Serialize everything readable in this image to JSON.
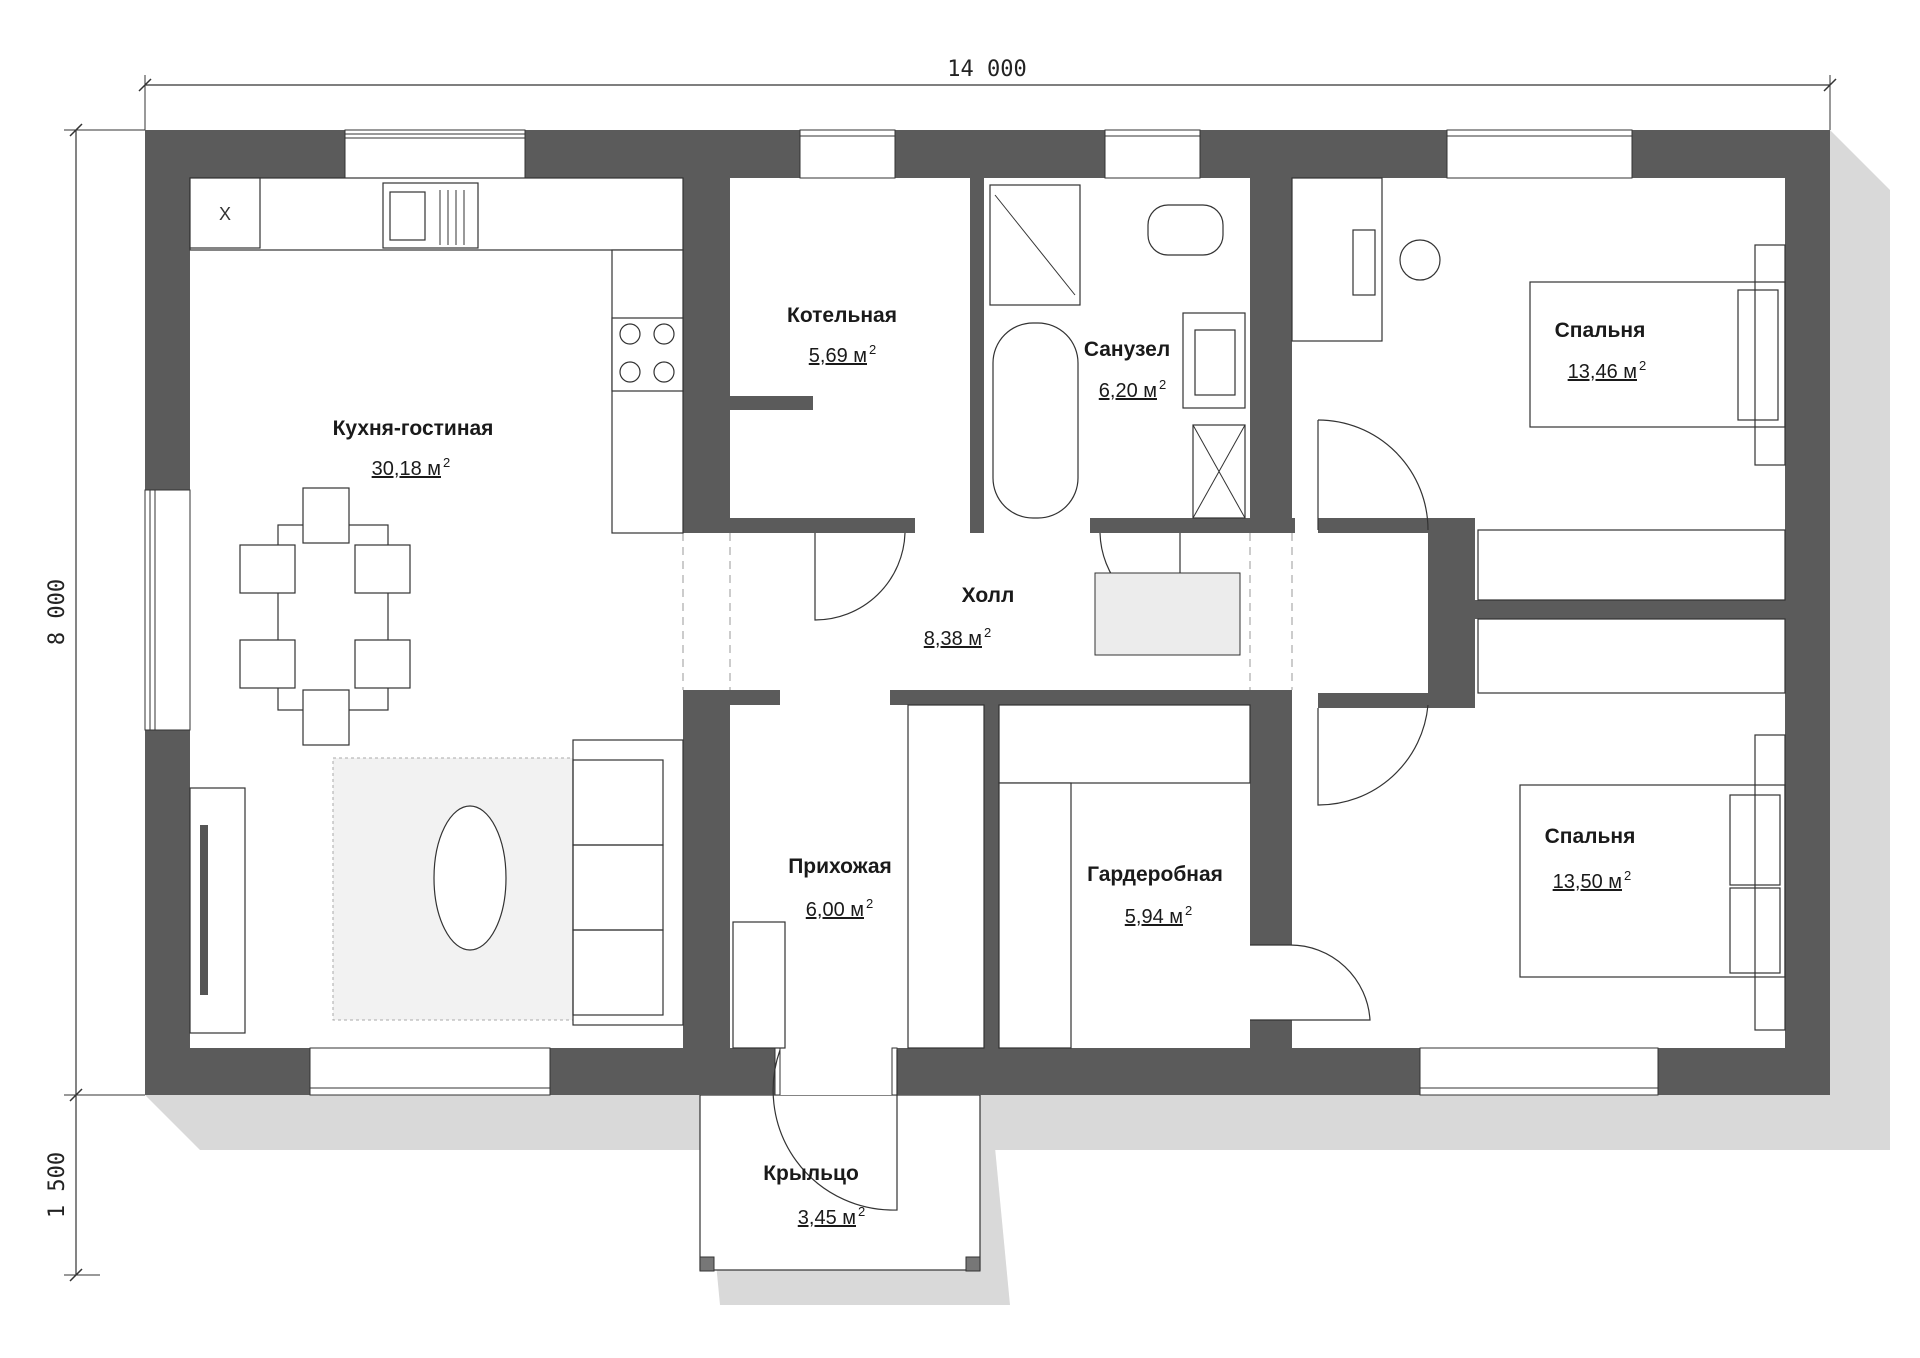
{
  "dimensions": {
    "width": "14 000",
    "height": "8 000",
    "porch_depth": "1 500"
  },
  "rooms": {
    "kitchen": {
      "name": "Кухня-гостиная",
      "area": "30,18 м",
      "sup": "2"
    },
    "boiler": {
      "name": "Котельная",
      "area": "5,69 м",
      "sup": "2"
    },
    "bathroom": {
      "name": "Санузел",
      "area": "6,20 м",
      "sup": "2"
    },
    "bedroom1": {
      "name": "Спальня",
      "area": "13,46 м",
      "sup": "2"
    },
    "hall": {
      "name": "Холл",
      "area": "8,38 м",
      "sup": "2"
    },
    "entry": {
      "name": "Прихожая",
      "area": "6,00 м",
      "sup": "2"
    },
    "wardrobe": {
      "name": "Гардеробная",
      "area": "5,94 м",
      "sup": "2"
    },
    "bedroom2": {
      "name": "Спальня",
      "area": "13,50 м",
      "sup": "2"
    },
    "porch": {
      "name": "Крыльцо",
      "area": "3,45 м",
      "sup": "2"
    }
  },
  "fridge_label": "X",
  "colors": {
    "wall": "#5b5b5b",
    "shadow": "#d9d9d9",
    "line": "#333333"
  }
}
